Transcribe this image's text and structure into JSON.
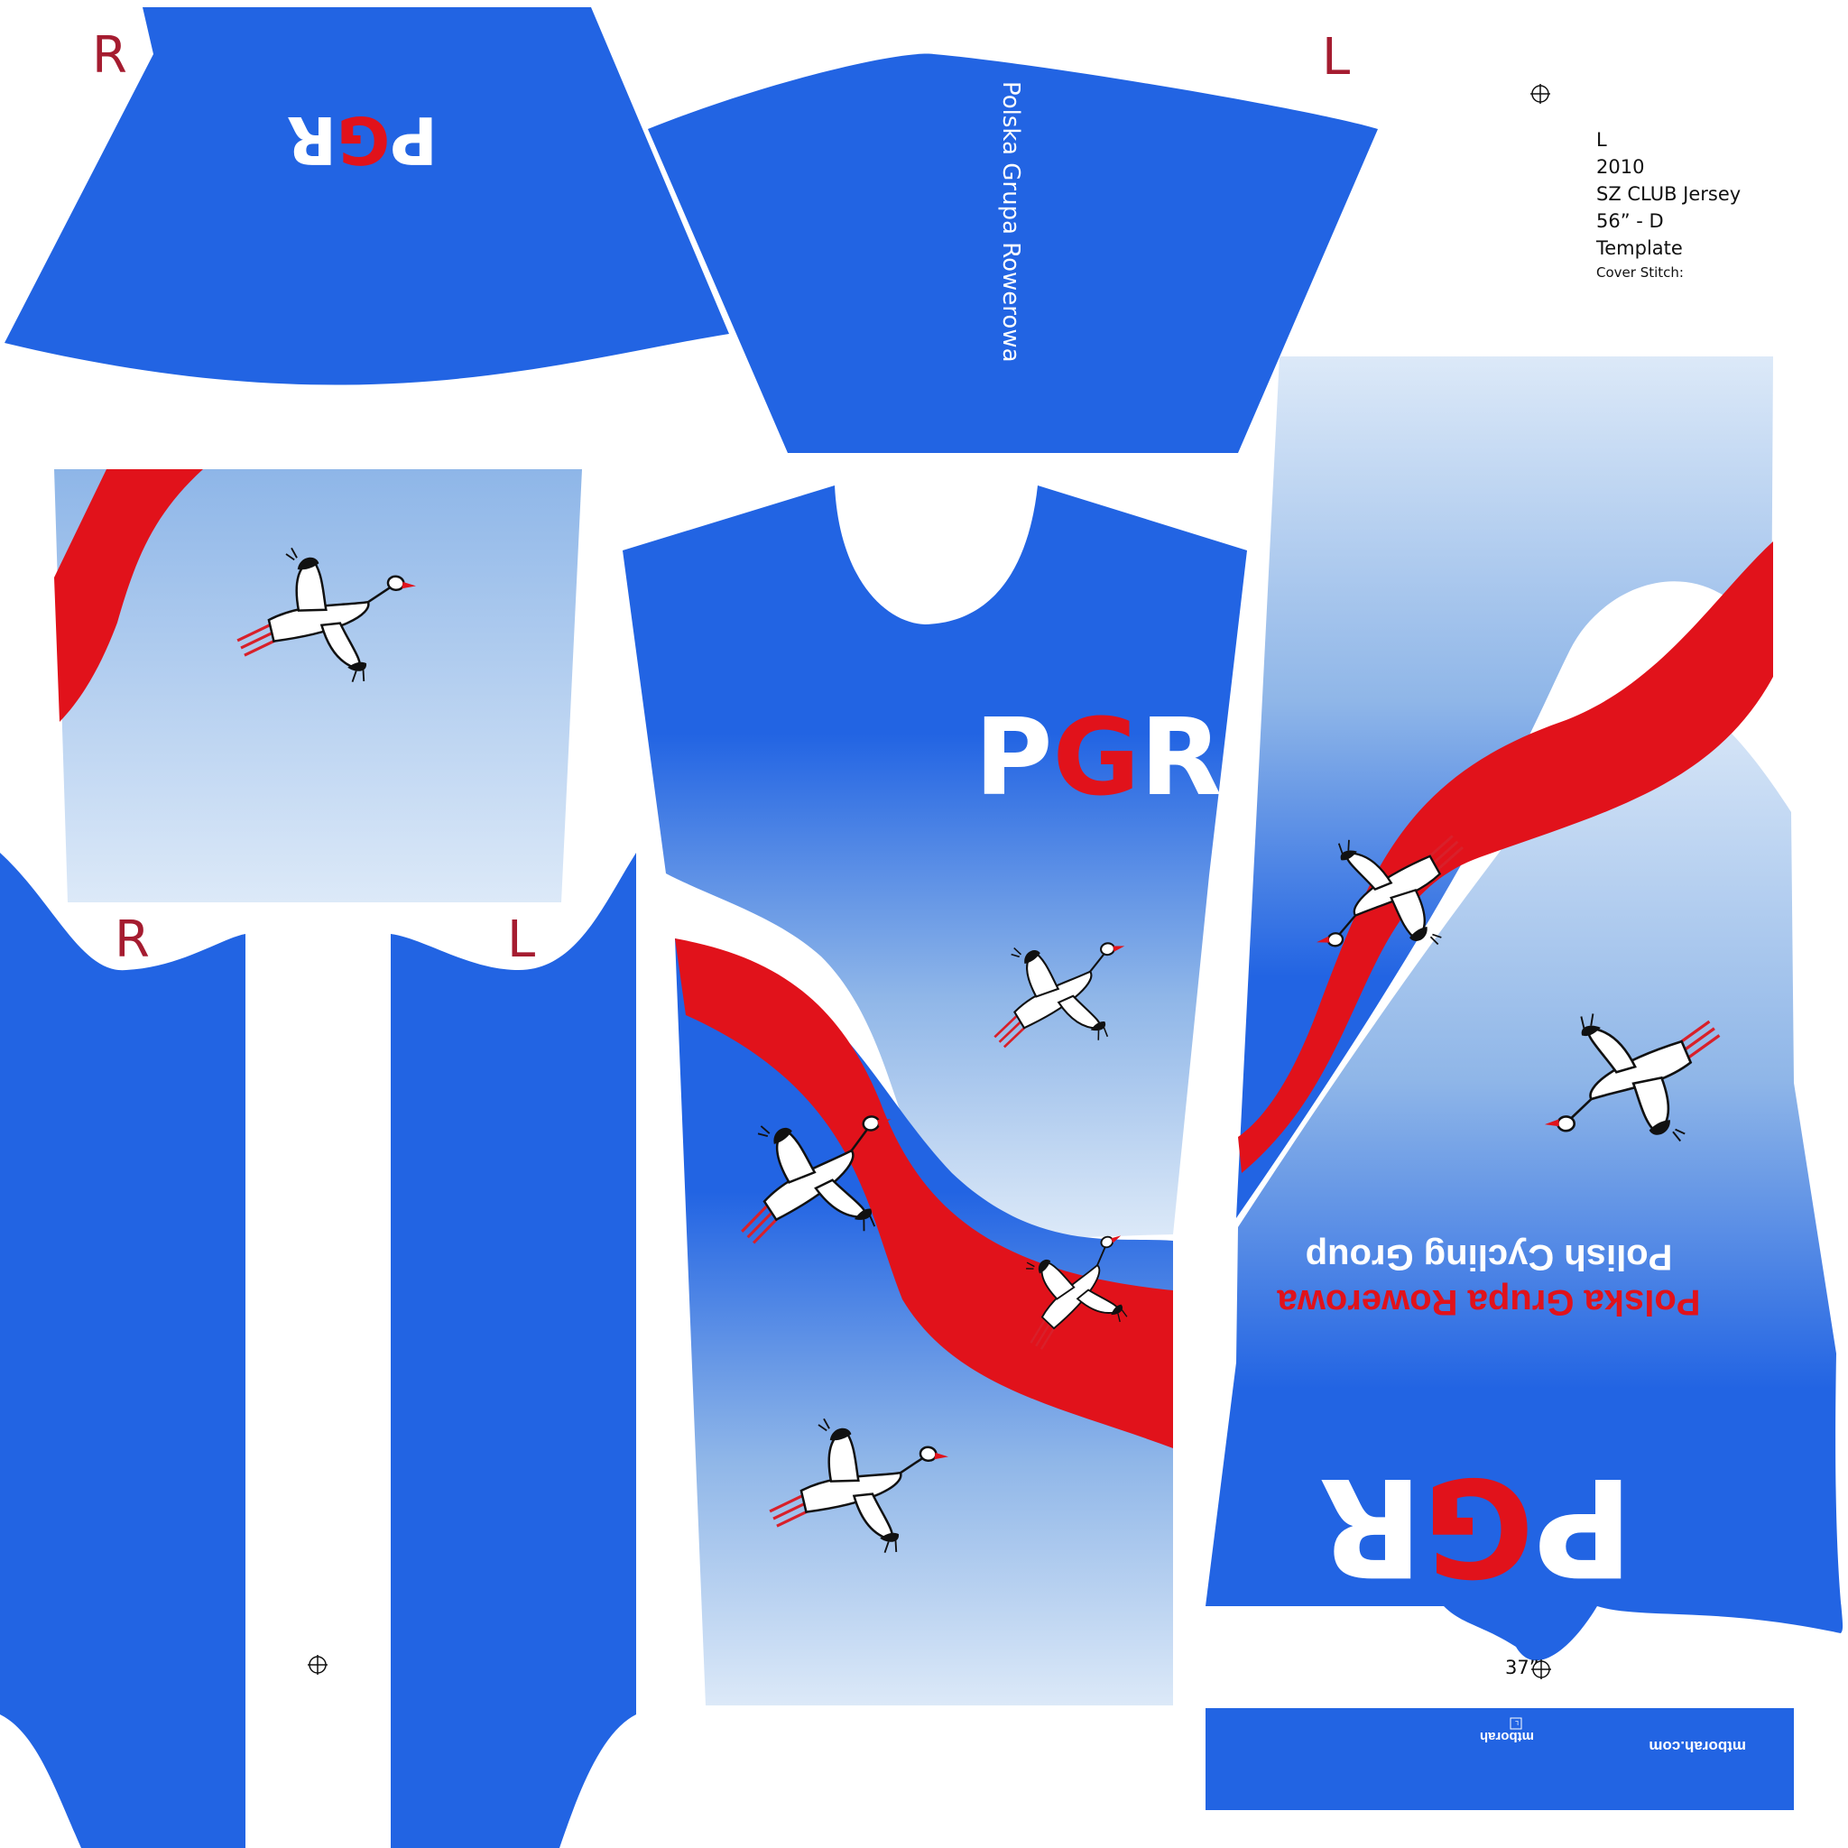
{
  "colors": {
    "blue": "#2264e3",
    "sky_light": "#dbe8f7",
    "sky_mid": "#8eb6e8",
    "red": "#e1121b",
    "label_red": "#a51c30"
  },
  "side_labels": {
    "collar_right": "R",
    "collar_left": "L",
    "sleeve_right": "R",
    "sleeve_left": "L"
  },
  "spec": {
    "size": "L",
    "year": "2010",
    "product": "SZ CLUB Jersey",
    "measure": "56” - D",
    "kind": "Template",
    "stitch": "Cover Stitch:"
  },
  "logo": {
    "p": "P",
    "g": "G",
    "r": "R"
  },
  "front_vertical_text": "Polska Grupa Rowerowa",
  "back_slogans": {
    "line1": "Polska Grupa Rowerowa",
    "line2": "Polish Cycling Group"
  },
  "measure_bottom": "37”",
  "waistband": {
    "brand_right": "mtborah.com",
    "brand_left": "mtborah",
    "size_box": "L"
  },
  "icons": [
    "registration-mark-icon",
    "stork-icon"
  ]
}
